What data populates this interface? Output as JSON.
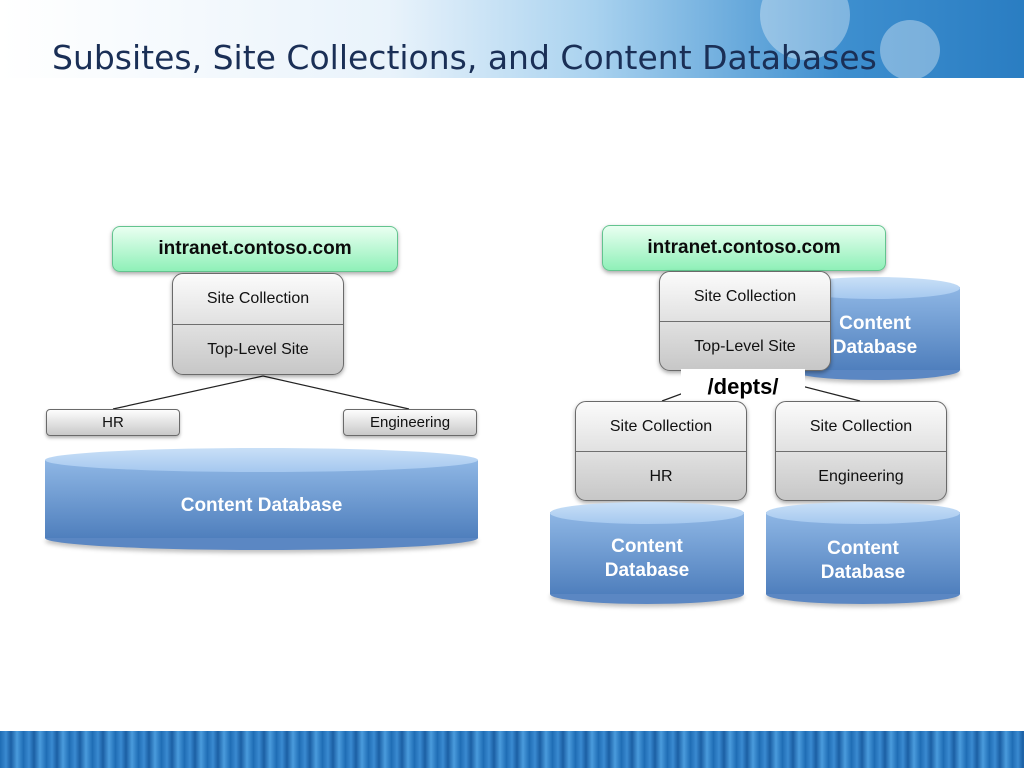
{
  "slide": {
    "title": "Subsites, Site Collections, and Content Databases"
  },
  "left_diagram": {
    "url": "intranet.contoso.com",
    "site_collection": {
      "label": "Site Collection",
      "site": "Top-Level Site"
    },
    "subsites": [
      "HR",
      "Engineering"
    ],
    "database": "Content Database"
  },
  "right_diagram": {
    "url": "intranet.contoso.com",
    "root_collection": {
      "label": "Site Collection",
      "site": "Top-Level Site"
    },
    "root_database_line1": "Content",
    "root_database_line2": "Database",
    "path": "/depts/",
    "child_collections": [
      {
        "label": "Site Collection",
        "site": "HR",
        "db_line1": "Content",
        "db_line2": "Database"
      },
      {
        "label": "Site Collection",
        "site": "Engineering",
        "db_line1": "Content",
        "db_line2": "Database"
      }
    ]
  },
  "colors": {
    "title_text": "#1a2f56",
    "url_pill": "#8ff0b8",
    "database_blue": "#5b87c3"
  }
}
